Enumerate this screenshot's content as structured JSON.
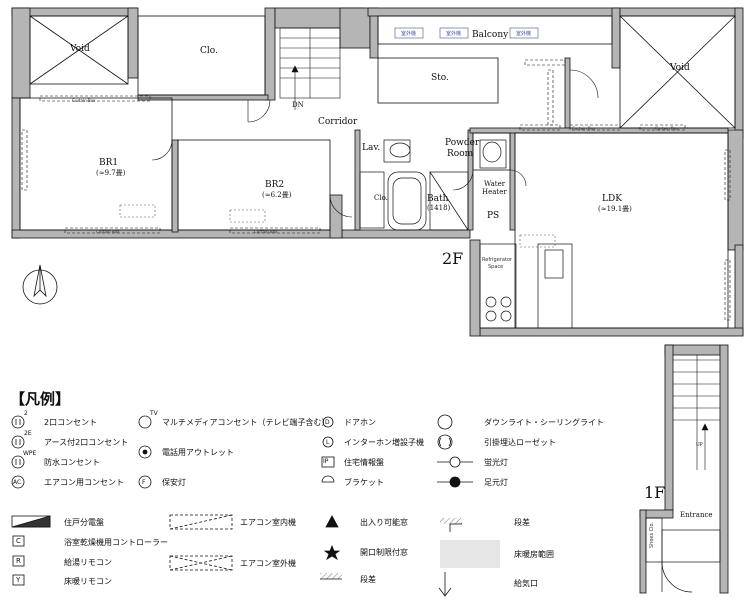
{
  "rooms": {
    "void_left": "Void",
    "clo": "Clo.",
    "balcony": "Balcony",
    "void_right": "Void",
    "sto": "Sto.",
    "corridor": "Corridor",
    "dn": "DN",
    "lav": "Lav.",
    "powder_room_1": "Powder",
    "powder_room_2": "Room",
    "br1": "BR1",
    "br1_area": "(≈9.7畳)",
    "br2": "BR2",
    "br2_area": "(≈6.2畳)",
    "bath": "Bath",
    "bath_size": "(1418)",
    "clo2": "Clo.",
    "water_heater_1": "Water",
    "water_heater_2": "Heater",
    "ps": "PS",
    "ldk": "LDK",
    "ldk_area": "(≈19.1畳)",
    "refrigerator_1": "Refrigerator",
    "refrigerator_2": "Space",
    "curtain_box": "Curtain Box",
    "shoes_clo": "Shoes Clo.",
    "entrance": "Entrance",
    "up": "UP"
  },
  "floors": {
    "second": "2F",
    "first": "1F"
  },
  "outdoor_unit_tags": [
    "室外機",
    "室外機",
    "室外機"
  ],
  "legend": {
    "title": "【凡例】",
    "col1": [
      {
        "icon": "outlet-2-icon",
        "sup": "2",
        "label": "2口コンセント"
      },
      {
        "icon": "outlet-2e-icon",
        "sup": "2E",
        "label": "アース付2口コンセント"
      },
      {
        "icon": "outlet-wpe-icon",
        "sup": "WPE",
        "label": "防水コンセント"
      },
      {
        "icon": "outlet-ac-icon",
        "sup": "AC",
        "label": "エアコン用コンセント"
      }
    ],
    "col2": [
      {
        "icon": "multimedia-outlet-icon",
        "sup": "TV",
        "label": "マルチメディアコンセント（テレビ端子含む）"
      },
      {
        "icon": "phone-outlet-icon",
        "sup": "",
        "label": "電話用アウトレット"
      },
      {
        "icon": "security-light-icon",
        "sup": "F",
        "label": "保安灯"
      }
    ],
    "col3": [
      {
        "icon": "door-phone-icon",
        "sup": "D",
        "label": "ドアホン"
      },
      {
        "icon": "intercom-icon",
        "sup": "L",
        "label": "インターホン増設子機"
      },
      {
        "icon": "home-info-panel-icon",
        "sup": "IP",
        "label": "住宅情報盤"
      },
      {
        "icon": "bracket-light-icon",
        "sup": "",
        "label": "ブラケット"
      }
    ],
    "col4": [
      {
        "icon": "downlight-icon",
        "label": "ダウンライト・シーリングライト"
      },
      {
        "icon": "ceiling-rosette-icon",
        "label": "引掛埋込ローゼット"
      },
      {
        "icon": "fluorescent-light-icon",
        "label": "蛍光灯"
      },
      {
        "icon": "foot-light-icon",
        "label": "足元灯"
      }
    ],
    "bottom_col1": [
      {
        "icon": "distribution-board-icon",
        "sup": "",
        "label": "住戸分電盤"
      },
      {
        "icon": "bath-dryer-controller-icon",
        "sup": "C",
        "label": "浴室乾燥機用コントローラー"
      },
      {
        "icon": "hot-water-remote-icon",
        "sup": "R",
        "label": "給湯リモコン"
      },
      {
        "icon": "floor-heating-remote-icon",
        "sup": "Y",
        "label": "床暖リモコン"
      }
    ],
    "bottom_col2": [
      {
        "icon": "ac-indoor-unit-icon",
        "label": "エアコン室内機"
      },
      {
        "icon": "ac-outdoor-unit-icon",
        "label": "エアコン室外機"
      }
    ],
    "bottom_col3": [
      {
        "icon": "entry-window-icon",
        "label": "出入り可能窓"
      },
      {
        "icon": "restricted-window-icon",
        "label": "開口制限付窓"
      },
      {
        "icon": "step-icon",
        "label": "段差"
      }
    ],
    "bottom_col4": [
      {
        "icon": "step-level-icon",
        "label": "段差"
      },
      {
        "icon": "floor-heating-range-icon",
        "label": "床暖房範囲"
      },
      {
        "icon": "air-inlet-icon",
        "label": "給気口"
      }
    ]
  },
  "colors": {
    "wall": "#b5b5b5",
    "line": "#111111",
    "floor_heating": "#e6e6e6",
    "balcony_tag": "#3b4fb8"
  }
}
